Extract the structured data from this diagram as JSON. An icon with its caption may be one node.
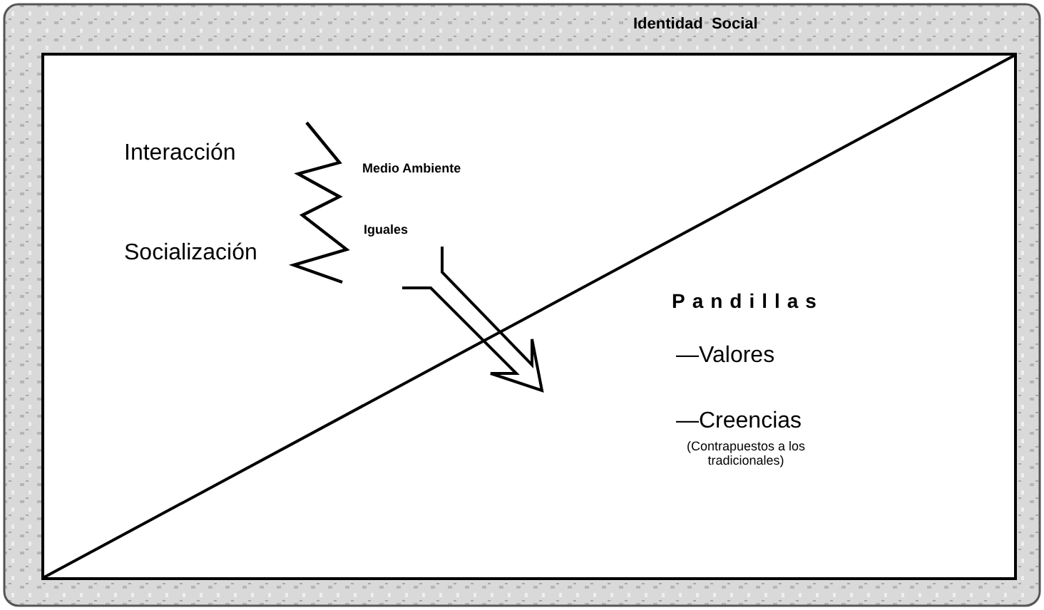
{
  "diagram": {
    "title": "Identidad Social",
    "labels": [
      "Interacción",
      "Medio Ambiente",
      "Iguales",
      "Socialización",
      "Pandillas",
      "—Valores",
      "—Creencias",
      "(Contrapuestos a los tradicionales)"
    ]
  }
}
